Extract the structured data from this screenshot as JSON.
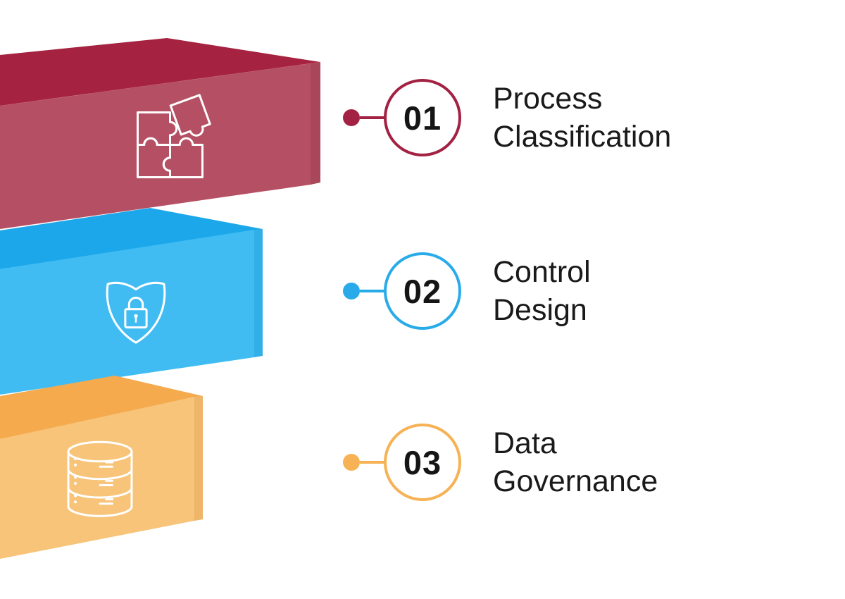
{
  "background_color": "#ffffff",
  "text_color": "#1a1a1a",
  "items": [
    {
      "number": "01",
      "title_line1": "Process",
      "title_line2": "Classification",
      "icon": "puzzle-icon",
      "accent": "#a32142",
      "bar_top_color": "#a52240",
      "bar_front_color": "#b55064",
      "bar_side_color": "#aa4659"
    },
    {
      "number": "02",
      "title_line1": "Control",
      "title_line2": "Design",
      "icon": "shield-lock-icon",
      "accent": "#29abe9",
      "bar_top_color": "#1ba7ea",
      "bar_front_color": "#41bcf2",
      "bar_side_color": "#33afe7"
    },
    {
      "number": "03",
      "title_line1": "Data",
      "title_line2": "Governance",
      "icon": "database-icon",
      "accent": "#f6b255",
      "bar_top_color": "#f4aa4d",
      "bar_front_color": "#f7c47a",
      "bar_side_color": "#efb568"
    }
  ]
}
